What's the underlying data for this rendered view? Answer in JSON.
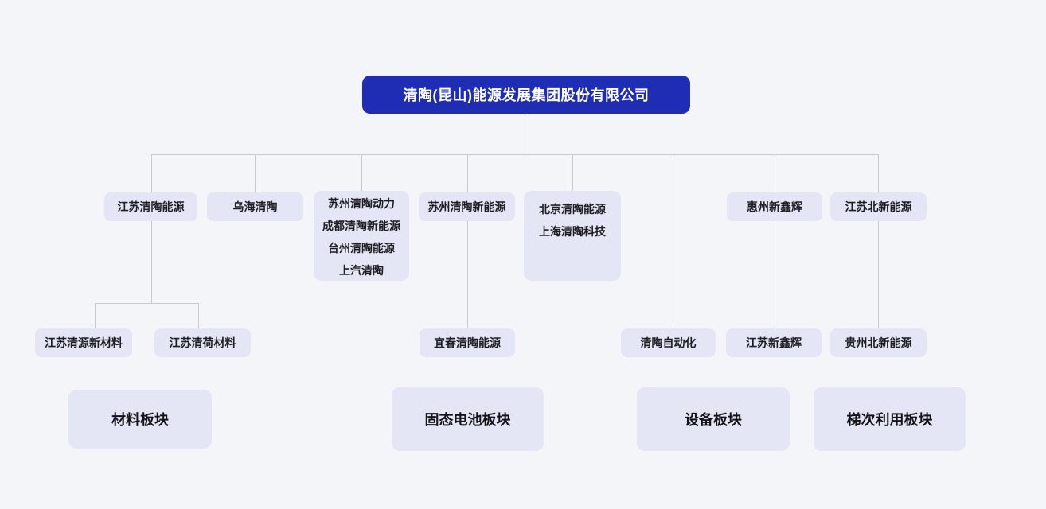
{
  "colors": {
    "background": "#f4f5f8",
    "root_box": "#1f2cb4",
    "root_text": "#ffffff",
    "node_box": "#e4e6f6",
    "node_text": "#1d1d22",
    "connector": "#c9cacd"
  },
  "org": {
    "root": {
      "label": "清陶(昆山)能源发展集团股份有限公司"
    },
    "subsidiaries": [
      {
        "lines": [
          "江苏清陶能源"
        ]
      },
      {
        "lines": [
          "乌海清陶"
        ]
      },
      {
        "lines": [
          "苏州清陶动力",
          "成都清陶新能源",
          "台州清陶能源",
          "上汽清陶"
        ]
      },
      {
        "lines": [
          "苏州清陶新能源"
        ]
      },
      {
        "lines": [
          "北京清陶能源",
          "上海清陶科技"
        ]
      },
      {
        "lines": [
          "惠州新鑫辉"
        ]
      },
      {
        "lines": [
          "江苏北新能源"
        ]
      }
    ],
    "sub_subsidiaries": [
      {
        "label": "江苏清源新材料"
      },
      {
        "label": "江苏清荷材料"
      },
      {
        "label": "宜春清陶能源"
      },
      {
        "label": "清陶自动化"
      },
      {
        "label": "江苏新鑫辉"
      },
      {
        "label": "贵州北新能源"
      }
    ],
    "segments": [
      {
        "label": "材料板块"
      },
      {
        "label": "固态电池板块"
      },
      {
        "label": "设备板块"
      },
      {
        "label": "梯次利用板块"
      }
    ]
  }
}
